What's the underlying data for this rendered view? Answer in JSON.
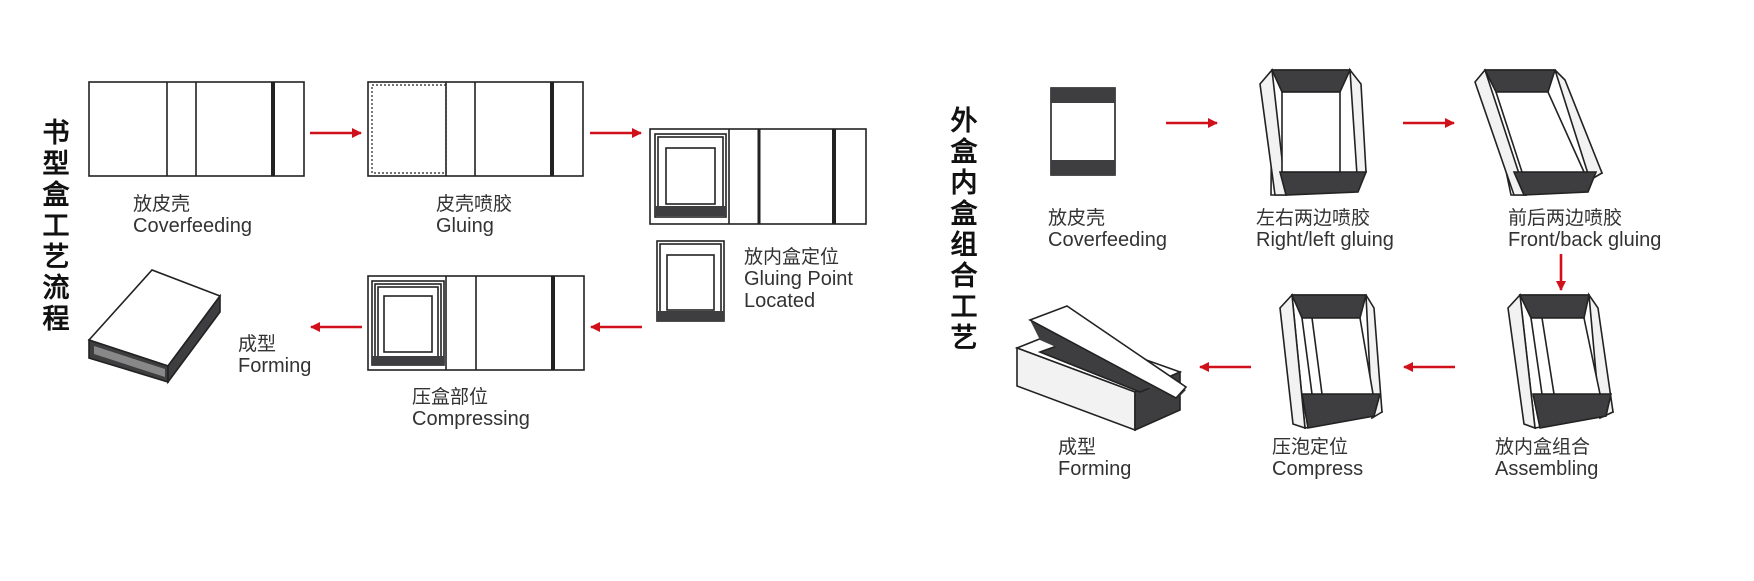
{
  "colors": {
    "arrow": "#d0111b",
    "dark": "#3e3e40",
    "line": "#222222",
    "light": "#f2f2f2"
  },
  "left_process": {
    "title": "书型盒工艺流程",
    "steps": [
      {
        "zh": "放皮壳",
        "en": "Coverfeeding"
      },
      {
        "zh": "皮壳喷胶",
        "en": "Gluing"
      },
      {
        "zh": "放内盒定位",
        "en": "Gluing Point",
        "en2": "Located"
      },
      {
        "zh": "压盒部位",
        "en": "Compressing"
      },
      {
        "zh": "成型",
        "en": "Forming"
      }
    ]
  },
  "right_process": {
    "title": "外盒内盒组合工艺",
    "steps": [
      {
        "zh": "放皮壳",
        "en": "Coverfeeding"
      },
      {
        "zh": "左右两边喷胶",
        "en": "Right/left gluing"
      },
      {
        "zh": "前后两边喷胶",
        "en": "Front/back gluing"
      },
      {
        "zh": "放内盒组合",
        "en": "Assembling"
      },
      {
        "zh": "压泡定位",
        "en": "Compress"
      },
      {
        "zh": "成型",
        "en": "Forming"
      }
    ]
  }
}
